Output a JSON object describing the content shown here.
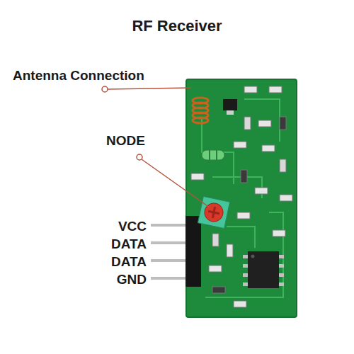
{
  "diagram": {
    "title": "RF Receiver",
    "labels": [
      "Antenna Connection",
      "NODE",
      "VCC",
      "DATA",
      "DATA",
      "GND"
    ]
  }
}
